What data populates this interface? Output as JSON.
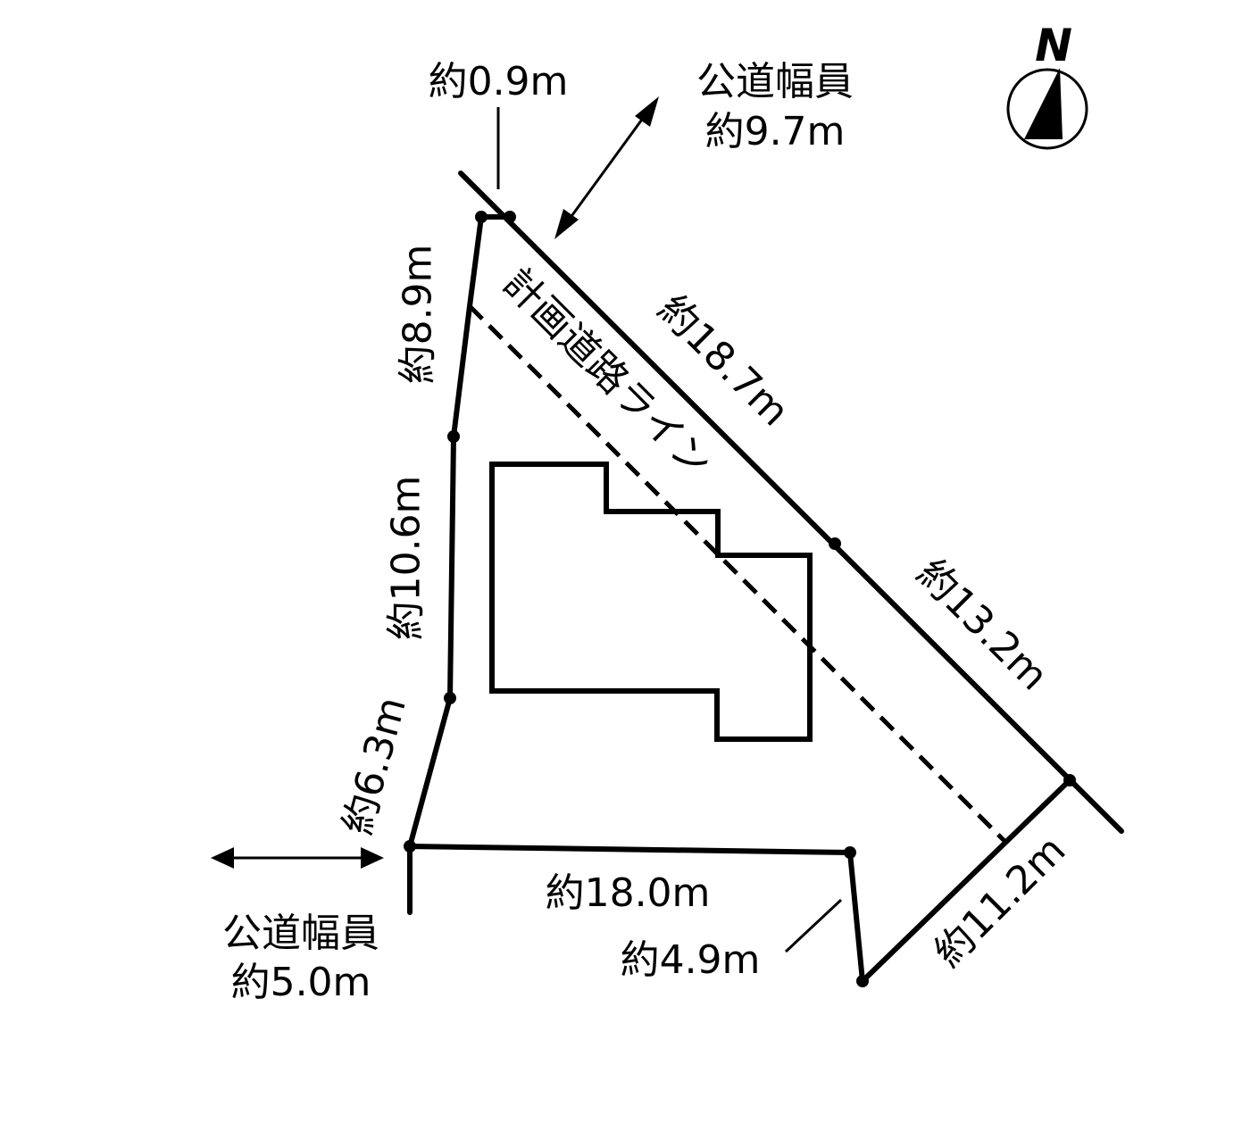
{
  "colors": {
    "ink": "#000000",
    "background": "#ffffff"
  },
  "compass": {
    "letter": "N",
    "icon": "north-arrow-icon"
  },
  "labels": {
    "corner_offset": "約0.9m",
    "road_north_title": "公道幅員",
    "road_north_width": "約9.7m",
    "road_south_title": "公道幅員",
    "road_south_width": "約5.0m",
    "planned_road": "計画道路ライン"
  },
  "edges": {
    "west_upper": "約8.9m",
    "west_middle": "約10.6m",
    "west_lower": "約6.3m",
    "north_east_upper": "約18.7m",
    "north_east_lower": "約13.2m",
    "south": "約18.0m",
    "south_step": "約4.9m",
    "south_east": "約11.2m"
  }
}
